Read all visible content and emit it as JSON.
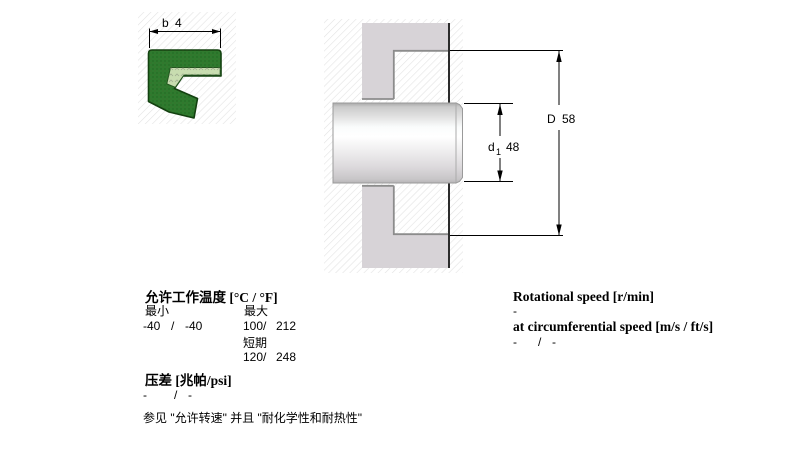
{
  "colors": {
    "seal_dark_green": "#2e7b2e",
    "seal_light_green": "#c8ddb0",
    "seal_outline": "#12400f",
    "housing_gray": "#d7d3d7",
    "housing_edge_gray": "#8c8c8c",
    "wall_line_black": "#141414",
    "dimension_black": "#000000"
  },
  "seal_figure": {
    "width_dim": {
      "label": "b",
      "value": "4"
    }
  },
  "assembly_figure": {
    "shaft_dim": {
      "label": "d",
      "subscript": "1",
      "value": "48"
    },
    "housing_dim": {
      "label": "D",
      "value": "58"
    }
  },
  "temperature": {
    "title": "允许工作温度 [°C / °F]",
    "min_header": "最小",
    "max_header": "最大",
    "min_celsius": "-40",
    "min_fahrenheit": "-40",
    "max_celsius": "100",
    "max_fahrenheit": "212",
    "short_term_label": "短期",
    "short_term_celsius": "120",
    "short_term_fahrenheit": "248",
    "separator": "/"
  },
  "pressure": {
    "title": "压差 [兆帕/psi]",
    "value_mpa": "-",
    "separator": "/",
    "value_psi": "-"
  },
  "note": "参见 \"允许转速\" 并且 \"耐化学性和耐热性\"",
  "speed": {
    "rotational_title": "Rotational speed [r/min]",
    "rotational_value": "-",
    "circumferential_title": "at circumferential speed [m/s / ft/s]",
    "circumferential_value_ms": "-",
    "separator": "/",
    "circumferential_value_fts": "-"
  }
}
